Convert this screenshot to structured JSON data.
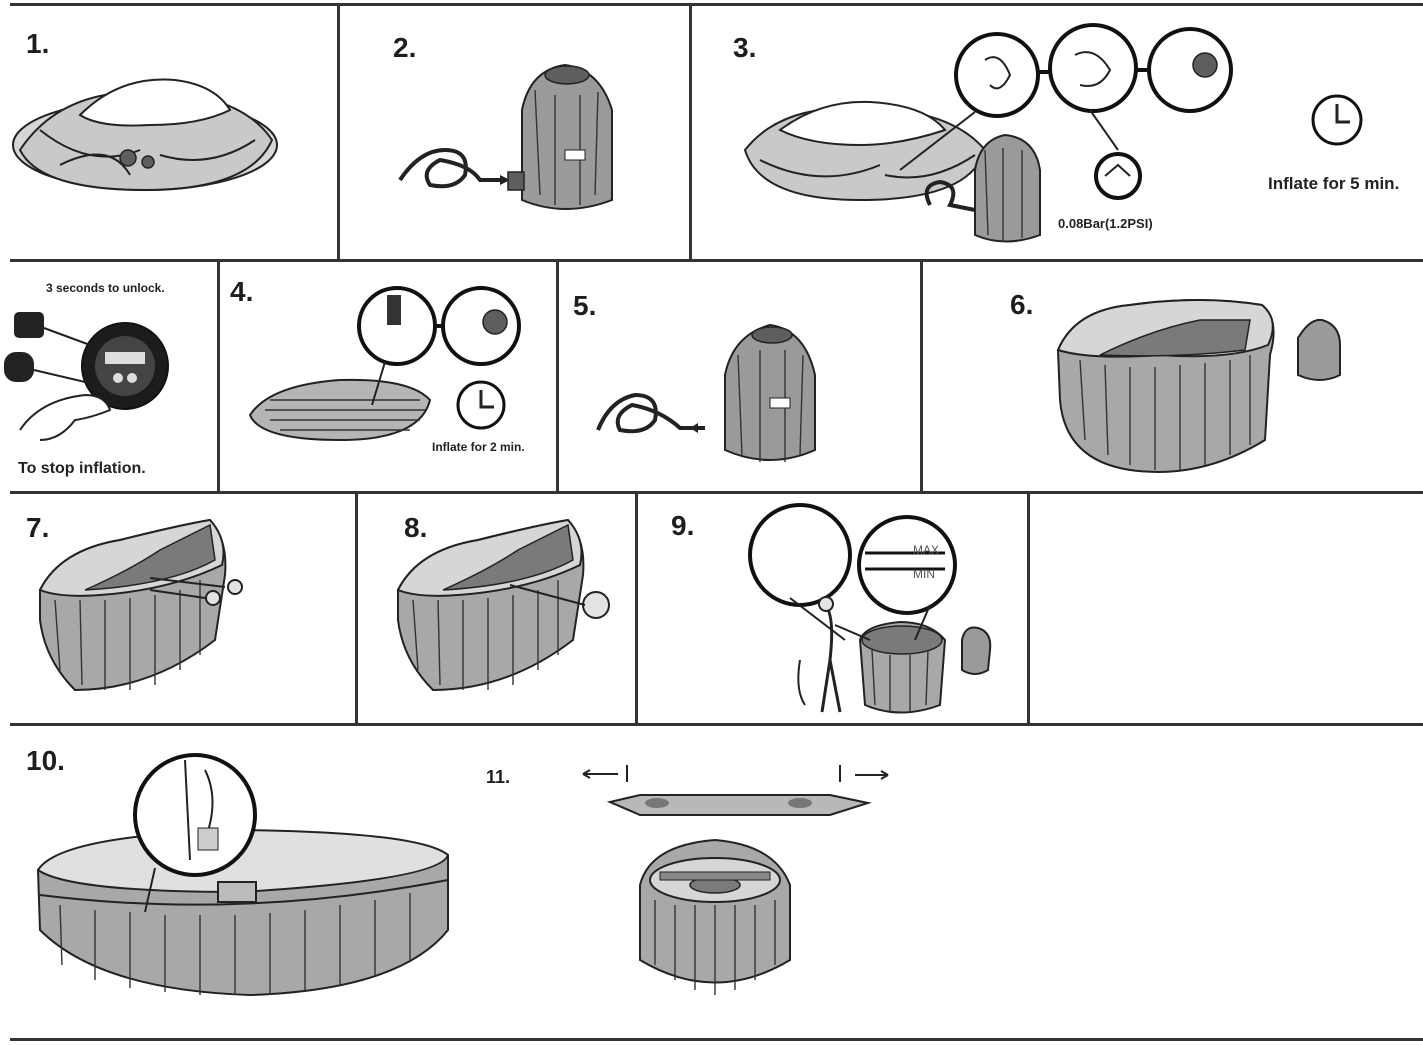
{
  "steps": [
    {
      "number": "1."
    },
    {
      "number": "2."
    },
    {
      "number": "3."
    },
    {
      "number": "4."
    },
    {
      "number": "5."
    },
    {
      "number": "6."
    },
    {
      "number": "7."
    },
    {
      "number": "8."
    },
    {
      "number": "9."
    },
    {
      "number": "10."
    },
    {
      "number": "11."
    }
  ],
  "labels": {
    "inflate_5": "Inflate for 5 min.",
    "pressure": "0.08Bar(1.2PSI)",
    "unlock": "3 seconds to unlock.",
    "stop_inflation": "To stop inflation.",
    "inflate_2": "Inflate for 2 min.",
    "max": "MAX",
    "min": "MIN"
  }
}
